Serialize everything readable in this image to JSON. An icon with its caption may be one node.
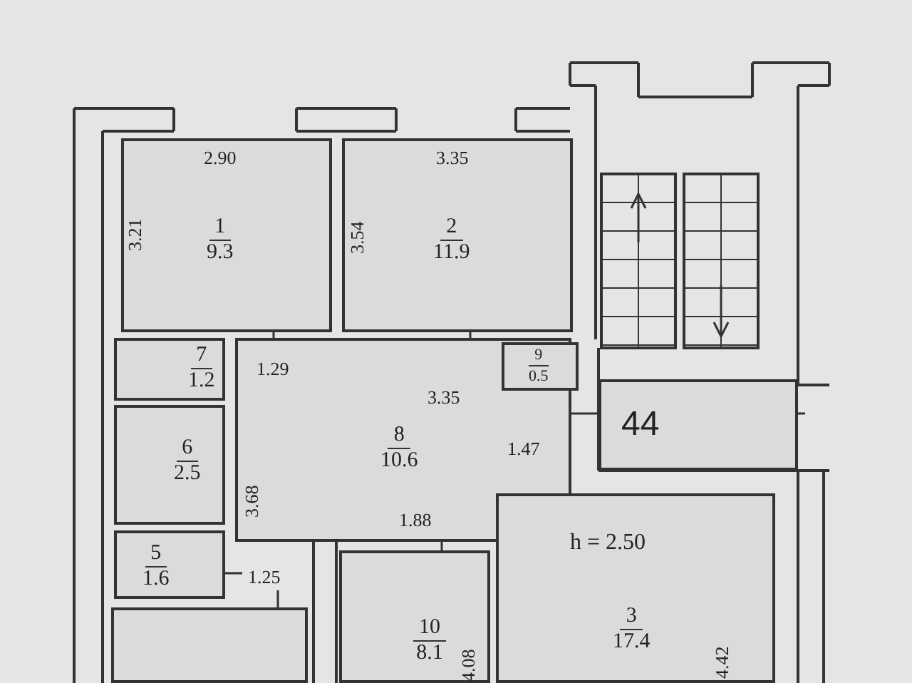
{
  "diagram": {
    "nodes": [
      {
        "text": [
          "1",
          "9.3"
        ]
      },
      {
        "text": [
          "2",
          "11.9"
        ]
      },
      {
        "text": [
          "7",
          "1.2"
        ]
      },
      {
        "text": [
          "9",
          "0.5"
        ],
        "in": 4
      },
      {
        "text": [
          "8",
          "10.6"
        ]
      },
      {
        "text": [
          "44"
        ]
      },
      {
        "text": [
          "6",
          "2.5"
        ]
      },
      {
        "text": [
          "5",
          "1.6"
        ]
      },
      {
        "text": [
          "3",
          "17.4"
        ]
      },
      {
        "text": [],
        "shape": "box"
      },
      {
        "text": [
          "10",
          "8.1"
        ]
      }
    ],
    "edges": [],
    "labels": [
      "2.90",
      "3.35",
      "3.21",
      "3.54",
      "1.29",
      "3.35",
      "3.68",
      "1.47",
      "1.88",
      "1.25",
      "h = 2.50",
      "4.08",
      "4.42"
    ]
  }
}
